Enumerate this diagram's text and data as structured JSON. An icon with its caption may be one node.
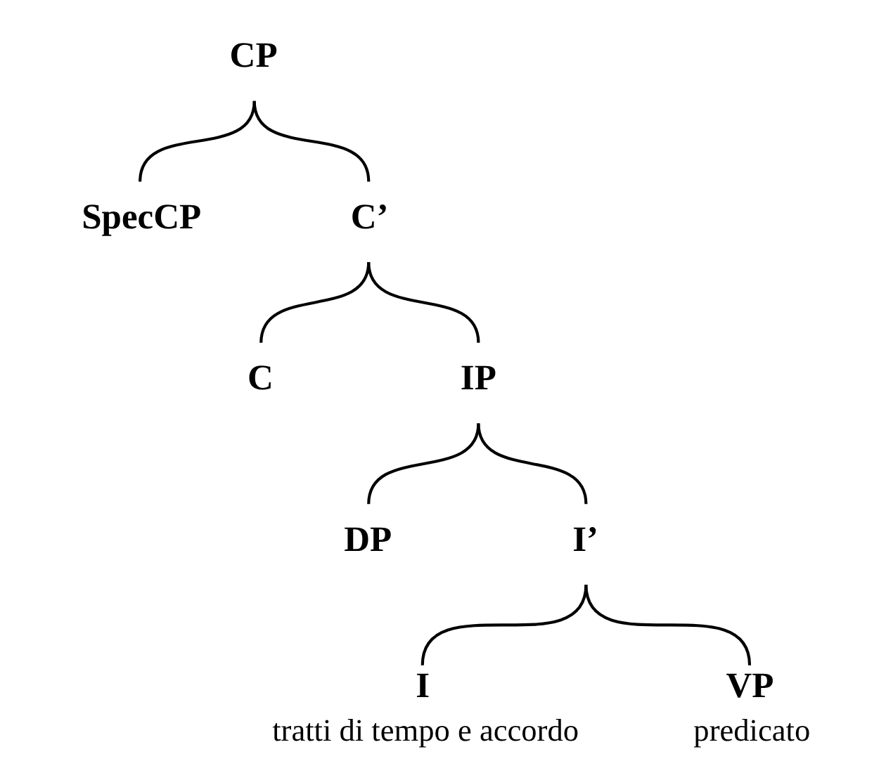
{
  "diagram": {
    "nodes": [
      {
        "text": [
          "CP"
        ]
      },
      {
        "text": [
          "SpecCP"
        ]
      },
      {
        "text": [
          "C’"
        ]
      },
      {
        "text": [
          "C"
        ]
      },
      {
        "text": [
          "IP"
        ]
      },
      {
        "text": [
          "DP"
        ]
      },
      {
        "text": [
          "I’"
        ]
      },
      {
        "text": [
          "I"
        ],
        "beside": [
          "tratti di tempo e accordo"
        ]
      },
      {
        "text": [
          "VP"
        ],
        "beside": [
          "predicato"
        ]
      }
    ],
    "edges": [
      {
        "from": 0,
        "to": 1,
        "arrow": "none"
      },
      {
        "from": 0,
        "to": 2,
        "arrow": "none"
      },
      {
        "from": 2,
        "to": 3,
        "arrow": "none"
      },
      {
        "from": 2,
        "to": 4,
        "arrow": "none"
      },
      {
        "from": 4,
        "to": 5,
        "arrow": "none"
      },
      {
        "from": 4,
        "to": 6,
        "arrow": "none"
      },
      {
        "from": 6,
        "to": 7,
        "arrow": "none"
      },
      {
        "from": 6,
        "to": 8,
        "arrow": "none"
      }
    ]
  }
}
